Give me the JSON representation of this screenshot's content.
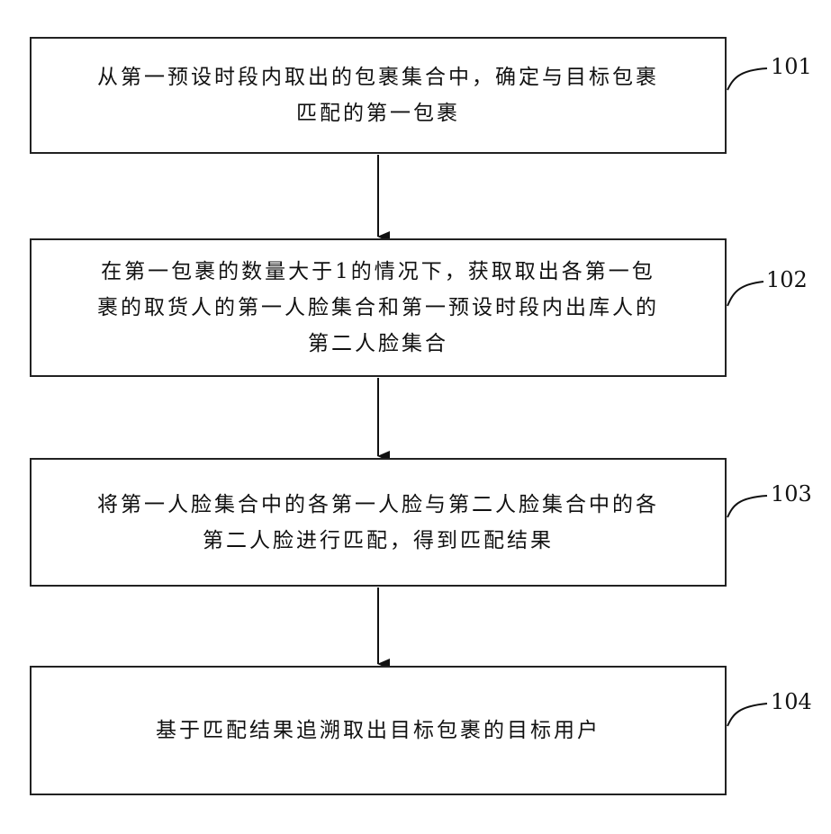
{
  "flowchart": {
    "steps": [
      {
        "number": "101",
        "lines": [
          "从第一预设时段内取出的包裹集合中，确定与目标包裹",
          "匹配的第一包裹"
        ]
      },
      {
        "number": "102",
        "lines": [
          "在第一包裹的数量大于1的情况下，获取取出各第一包",
          "裹的取货人的第一人脸集合和第一预设时段内出库人的",
          "第二人脸集合"
        ]
      },
      {
        "number": "103",
        "lines": [
          "将第一人脸集合中的各第一人脸与第二人脸集合中的各",
          "第二人脸进行匹配，得到匹配结果"
        ]
      },
      {
        "number": "104",
        "lines": [
          "基于匹配结果追溯取出目标包裹的目标用户"
        ]
      }
    ]
  }
}
